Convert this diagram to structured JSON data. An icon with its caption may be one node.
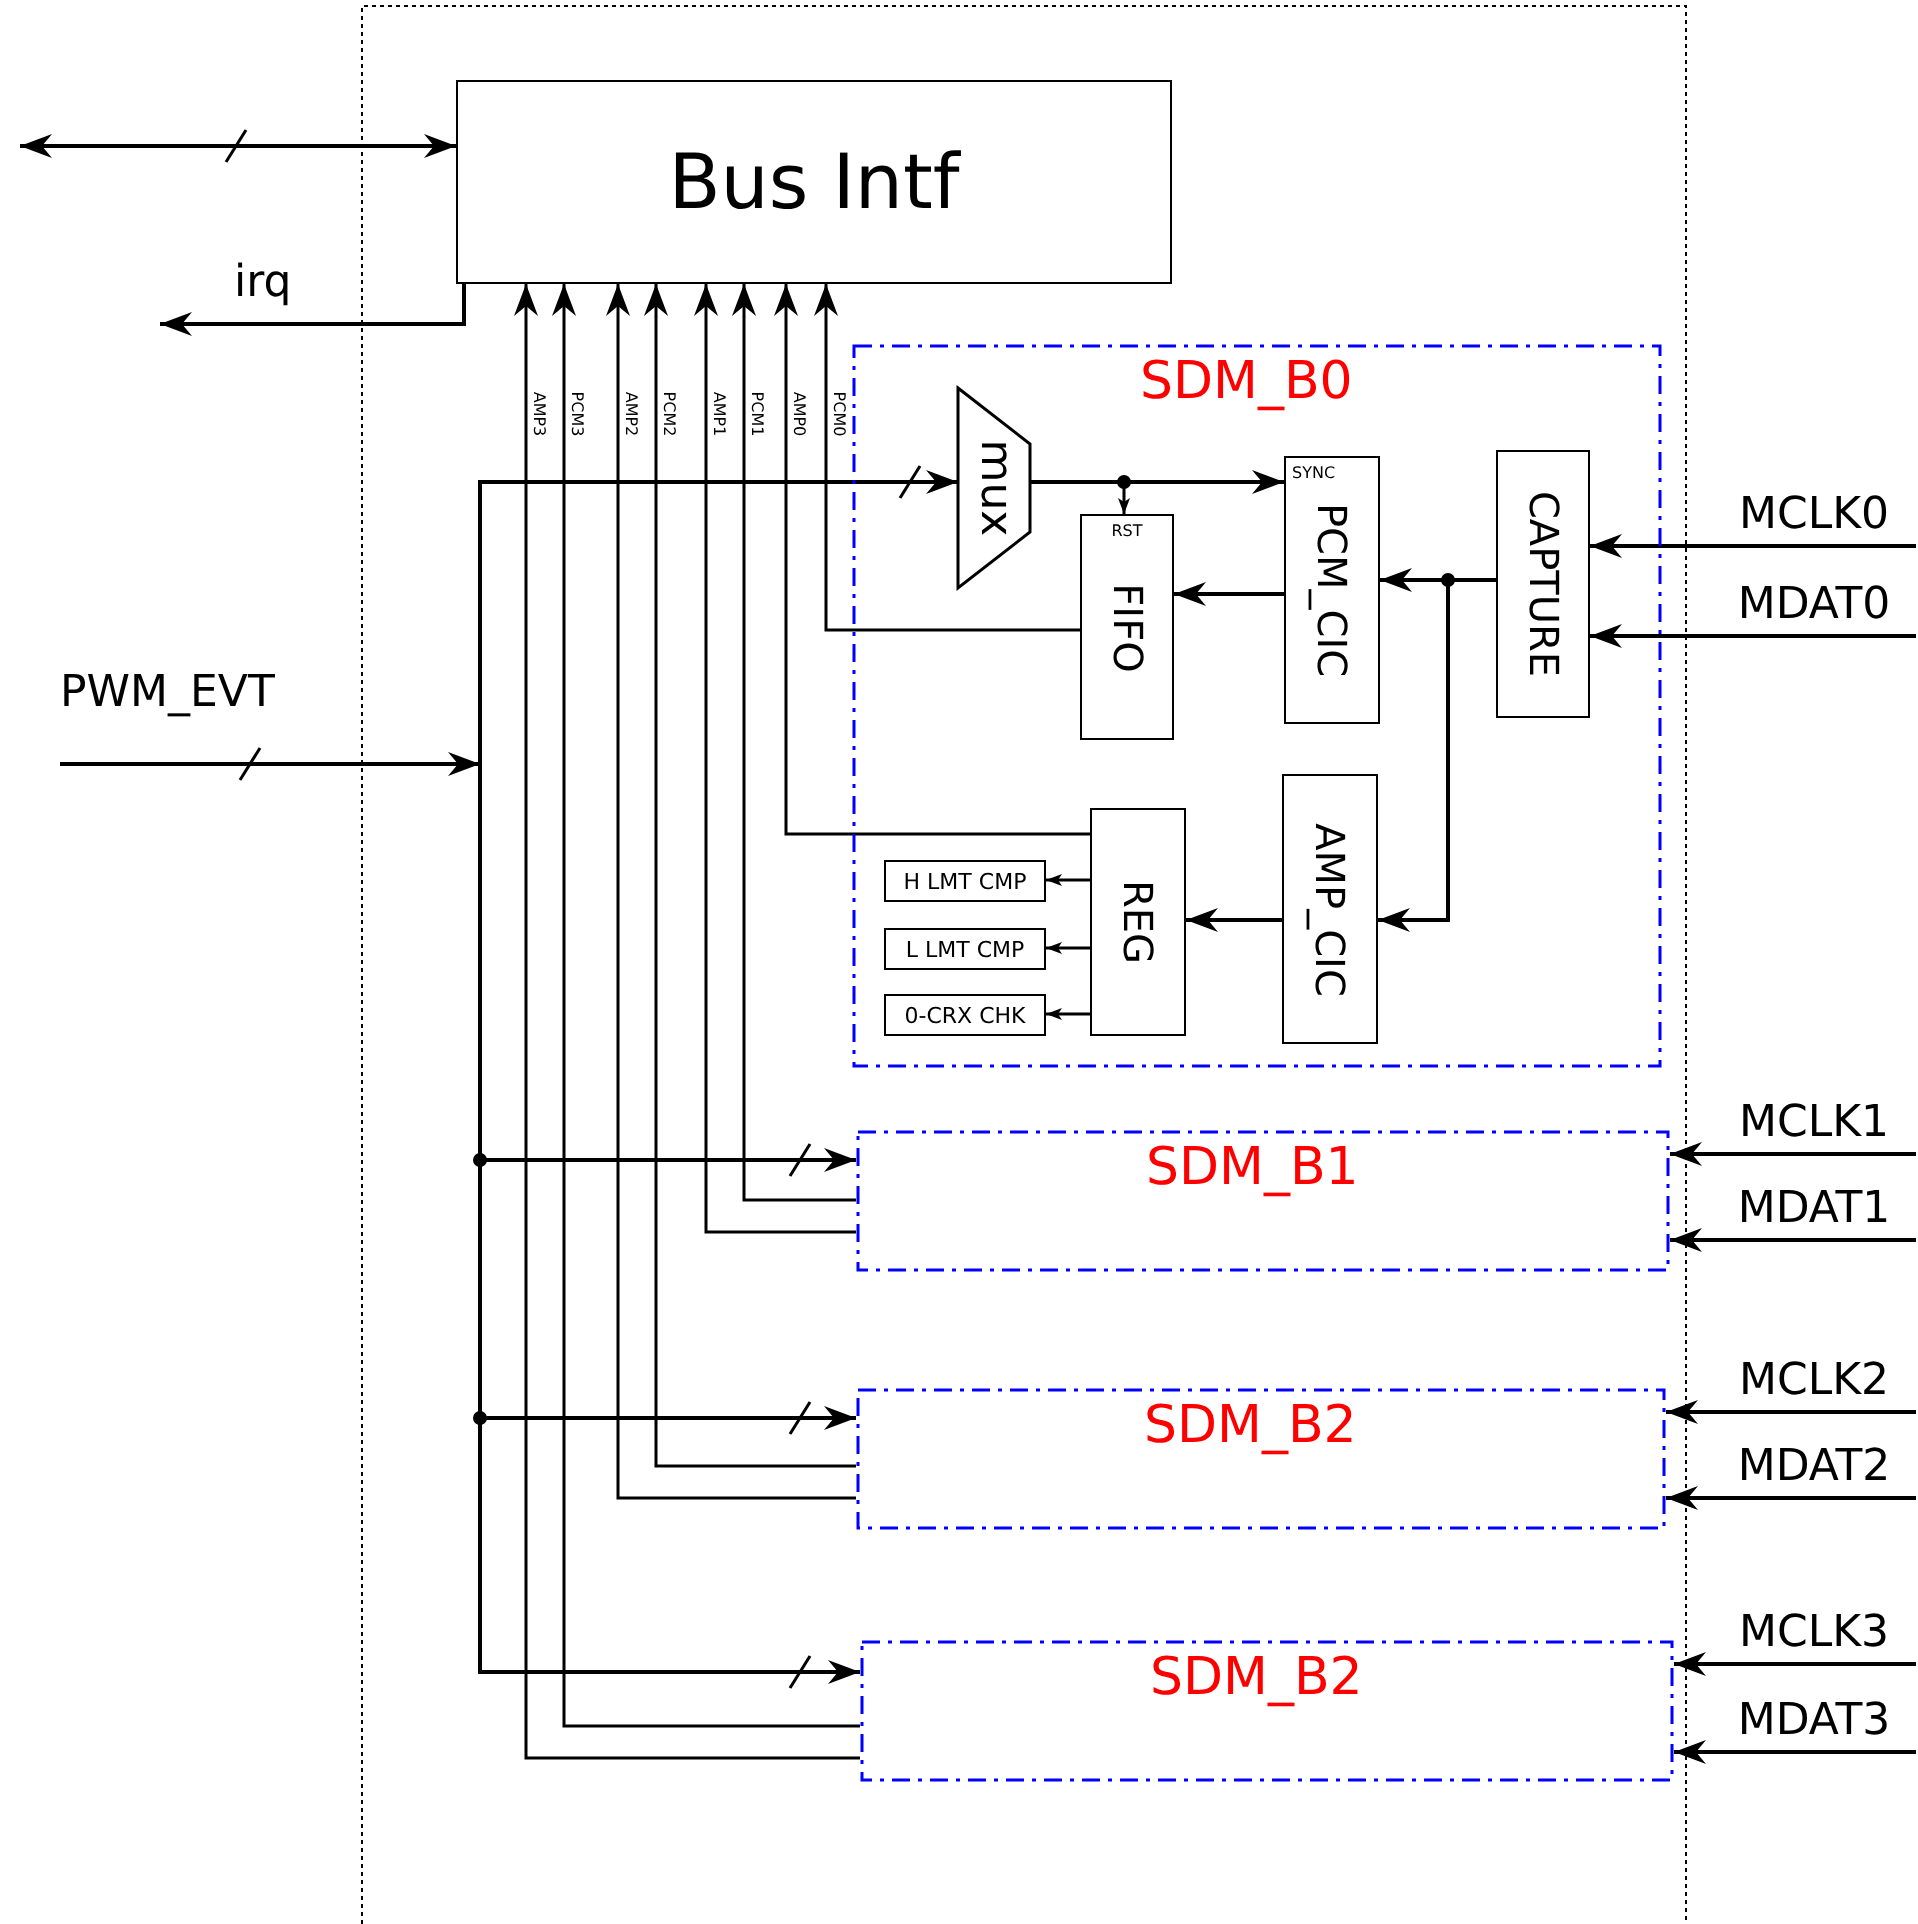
{
  "diagram": {
    "nodes": [
      {
        "text": [
          "Bus Intf"
        ]
      },
      {
        "text": [
          "SDM_B0"
        ]
      },
      {
        "text": [
          "mux"
        ],
        "in": 1
      },
      {
        "text": [
          "RST",
          "FIFO"
        ],
        "in": 1
      },
      {
        "text": [
          "SYNC",
          "PCM_CIC"
        ],
        "in": 1
      },
      {
        "text": [
          "CAPTURE"
        ],
        "in": 1
      },
      {
        "text": [
          "H LMT CMP"
        ],
        "in": 1
      },
      {
        "text": [
          "L LMT CMP"
        ],
        "in": 1
      },
      {
        "text": [
          "0-CRX CHK"
        ],
        "in": 1
      },
      {
        "text": [
          "REG"
        ],
        "in": 1
      },
      {
        "text": [
          "AMP_CIC"
        ],
        "in": 1
      },
      {
        "text": [
          "MCLK0"
        ]
      },
      {
        "text": [
          "MDAT0"
        ]
      },
      {
        "text": [
          "PWM_EVT"
        ]
      },
      {
        "text": [
          "SDM_B1"
        ]
      },
      {
        "text": [
          "MCLK1"
        ]
      },
      {
        "text": [
          "MDAT1"
        ]
      },
      {
        "text": [
          "SDM_B2"
        ]
      },
      {
        "text": [
          "MCLK2"
        ]
      },
      {
        "text": [
          "MDAT2"
        ]
      },
      {
        "text": [
          "SDM_B2"
        ]
      },
      {
        "text": [
          "MCLK3"
        ]
      },
      {
        "text": [
          "MDAT3"
        ]
      }
    ],
    "edges": [
      {
        "from": null,
        "to": 0,
        "arrow": "both"
      },
      {
        "from": 0,
        "to": null,
        "arrow": "to",
        "label": "irq"
      },
      {
        "from": 3,
        "to": 0,
        "arrow": "to",
        "label": "PCM0"
      },
      {
        "from": 9,
        "to": 0,
        "arrow": "to",
        "label": "AMP0"
      },
      {
        "from": 14,
        "to": 0,
        "arrow": "to",
        "label": "PCM1"
      },
      {
        "from": 14,
        "to": 0,
        "arrow": "to",
        "label": "AMP1"
      },
      {
        "from": 17,
        "to": 0,
        "arrow": "to",
        "label": "PCM2"
      },
      {
        "from": 17,
        "to": 0,
        "arrow": "to",
        "label": "AMP2"
      },
      {
        "from": 20,
        "to": 0,
        "arrow": "to",
        "label": "PCM3"
      },
      {
        "from": 20,
        "to": 0,
        "arrow": "to",
        "label": "AMP3"
      },
      {
        "from": 13,
        "to": 2,
        "arrow": "to"
      },
      {
        "from": 13,
        "to": 14,
        "arrow": "to"
      },
      {
        "from": 13,
        "to": 17,
        "arrow": "to"
      },
      {
        "from": 13,
        "to": 20,
        "arrow": "to"
      },
      {
        "from": 2,
        "to": 4,
        "arrow": "to"
      },
      {
        "from": 2,
        "to": 3,
        "arrow": "to"
      },
      {
        "from": 4,
        "to": 3,
        "arrow": "to"
      },
      {
        "from": 5,
        "to": 4,
        "arrow": "to"
      },
      {
        "from": 5,
        "to": 10,
        "arrow": "to"
      },
      {
        "from": 10,
        "to": 9,
        "arrow": "to"
      },
      {
        "from": 9,
        "to": 6,
        "arrow": "to"
      },
      {
        "from": 9,
        "to": 7,
        "arrow": "to"
      },
      {
        "from": 9,
        "to": 8,
        "arrow": "to"
      },
      {
        "from": 11,
        "to": 5,
        "arrow": "to"
      },
      {
        "from": 12,
        "to": 5,
        "arrow": "to"
      },
      {
        "from": 15,
        "to": 14,
        "arrow": "to"
      },
      {
        "from": 16,
        "to": 14,
        "arrow": "to"
      },
      {
        "from": 18,
        "to": 17,
        "arrow": "to"
      },
      {
        "from": 19,
        "to": 17,
        "arrow": "to"
      },
      {
        "from": 21,
        "to": 20,
        "arrow": "to"
      },
      {
        "from": 22,
        "to": 20,
        "arrow": "to"
      }
    ]
  }
}
